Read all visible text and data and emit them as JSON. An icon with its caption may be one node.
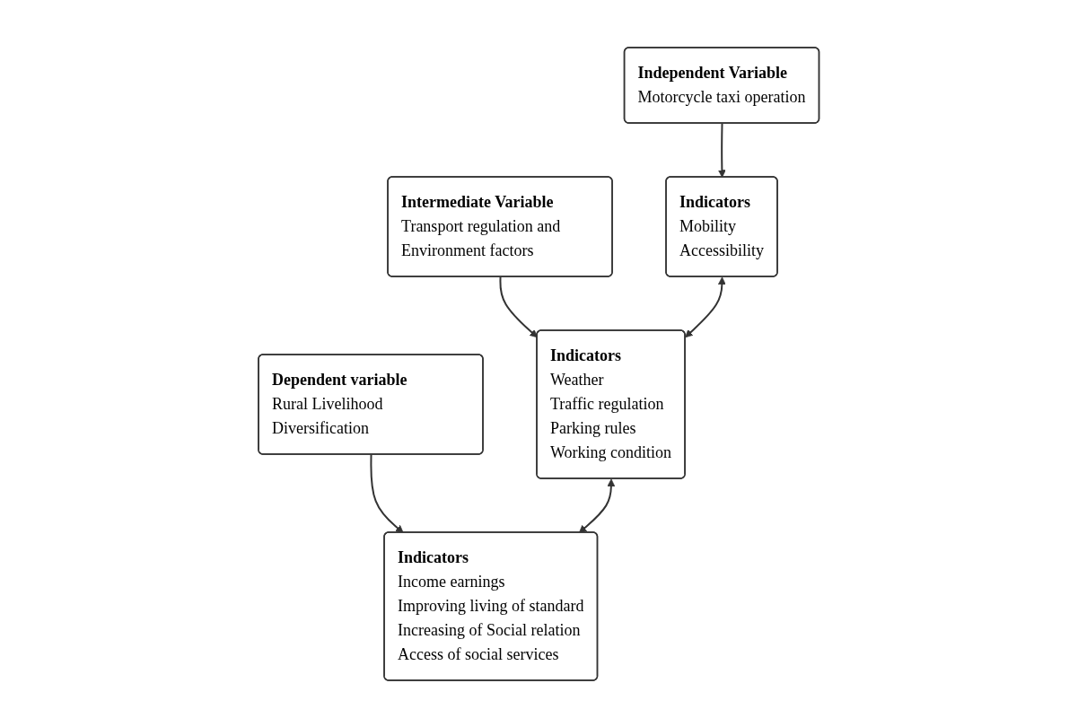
{
  "diagram": {
    "nodes": [
      {
        "text": [
          "Independent Variable",
          "Motorcycle taxi operation"
        ]
      },
      {
        "text": [
          "Intermediate Variable",
          "Transport regulation and Environment factors"
        ]
      },
      {
        "text": [
          "Dependent variable",
          "Rural Livelihood Diversification"
        ]
      },
      {
        "text": [
          "Indicators",
          "Mobility",
          "Accessibility"
        ]
      },
      {
        "text": [
          "Indicators",
          "Weather",
          "Traffic regulation",
          "Parking rules",
          "Working condition"
        ]
      },
      {
        "text": [
          "Indicators",
          "Income earnings",
          "Improving living of standard",
          "Increasing of Social relation",
          "Access of social services"
        ]
      }
    ],
    "edges": [
      {
        "from": 0,
        "to": 3,
        "arrow": "to"
      },
      {
        "from": 1,
        "to": 4,
        "arrow": "to"
      },
      {
        "from": 2,
        "to": 5,
        "arrow": "to"
      },
      {
        "from": 3,
        "to": 4,
        "arrow": "both"
      },
      {
        "from": 4,
        "to": 5,
        "arrow": "both"
      }
    ]
  }
}
